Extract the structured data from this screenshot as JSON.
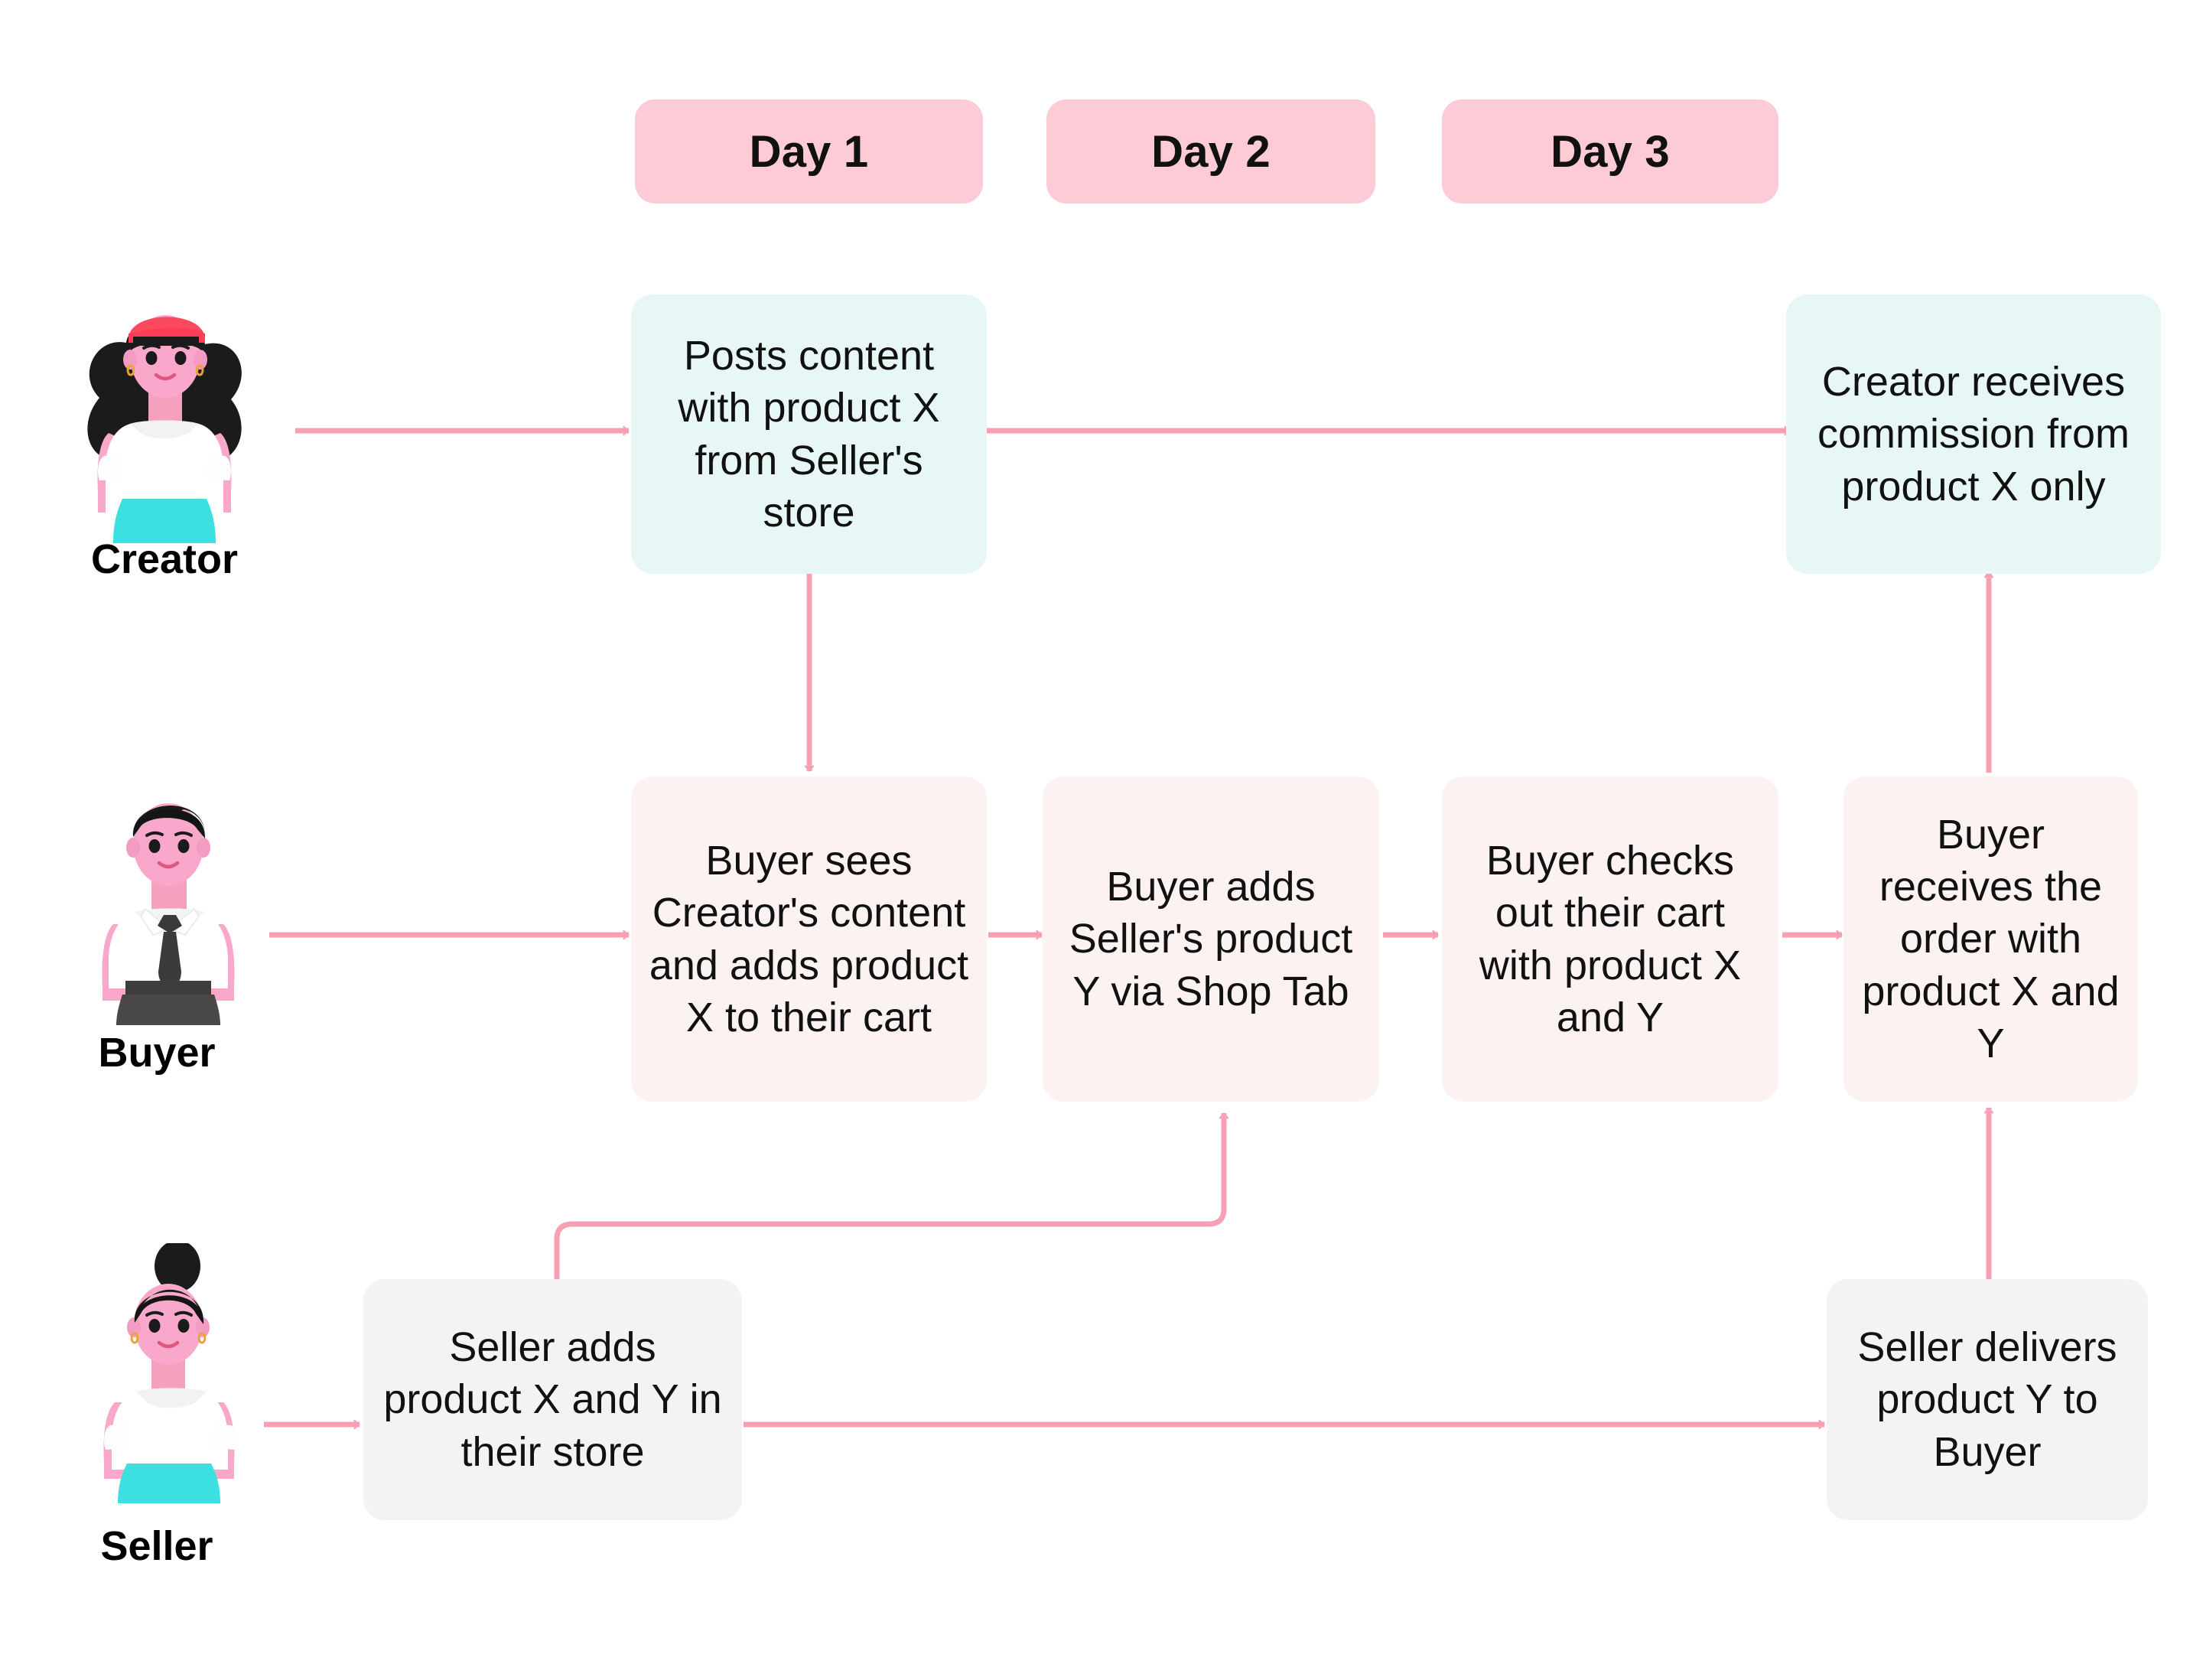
{
  "timeline": {
    "badges": [
      {
        "label": "Day 1"
      },
      {
        "label": "Day 2"
      },
      {
        "label": "Day 3"
      }
    ],
    "badge_color": "#FCCBD6"
  },
  "colors": {
    "arrow": "#F7A0B4",
    "creator_node": "#E7F7F6",
    "buyer_node": "#FDF2F2",
    "seller_node": "#F3F3F3",
    "page_background": "#FFFFFF",
    "text": "#111111"
  },
  "lanes": [
    {
      "id": "creator",
      "label": "Creator",
      "avatar": "creator-avatar",
      "nodes": [
        {
          "id": "creator-posts",
          "text": "Posts content with product X from Seller's store",
          "day": "Day 1"
        },
        {
          "id": "creator-commission",
          "text": "Creator receives commission from product X only",
          "day": "Day 3"
        }
      ]
    },
    {
      "id": "buyer",
      "label": "Buyer",
      "avatar": "buyer-avatar",
      "nodes": [
        {
          "id": "buyer-sees",
          "text": "Buyer sees Creator's content and adds product X to their cart",
          "day": "Day 1"
        },
        {
          "id": "buyer-adds-y",
          "text": "Buyer adds Seller's product Y via Shop Tab",
          "day": "Day 2"
        },
        {
          "id": "buyer-checkout",
          "text": "Buyer checks out their cart with product X and Y",
          "day": "Day 3"
        },
        {
          "id": "buyer-receives",
          "text": "Buyer receives the order with product X and Y",
          "day": "Day 3"
        }
      ]
    },
    {
      "id": "seller",
      "label": "Seller",
      "avatar": "seller-avatar",
      "nodes": [
        {
          "id": "seller-adds",
          "text": "Seller adds product X and Y in their store",
          "day": ""
        },
        {
          "id": "seller-delivers",
          "text": "Seller delivers product Y to Buyer",
          "day": "Day 3"
        }
      ]
    }
  ]
}
